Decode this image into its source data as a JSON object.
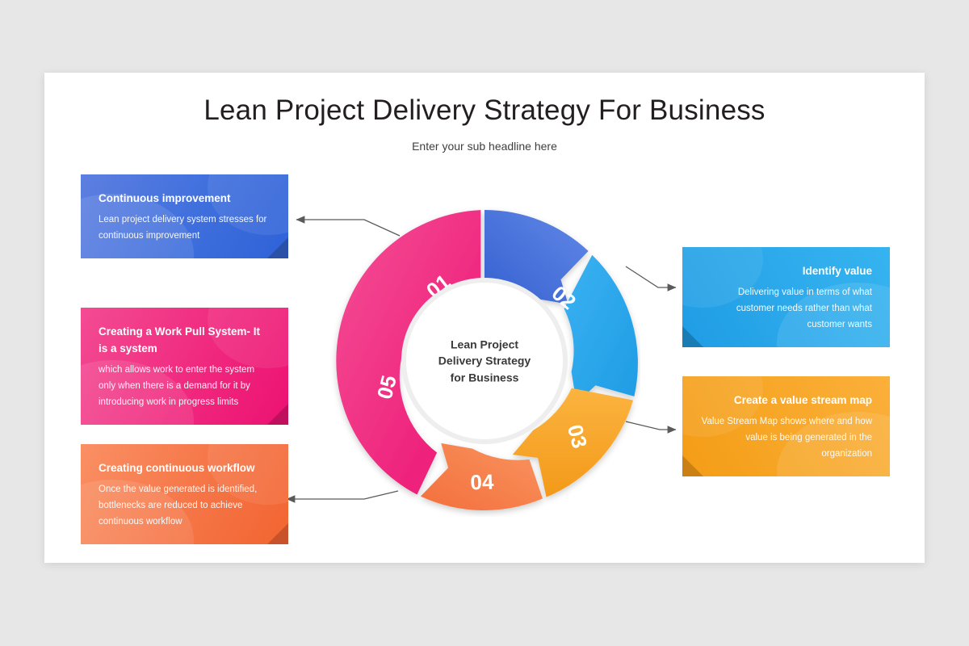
{
  "slide": {
    "title": "Lean Project Delivery Strategy For Business",
    "subtitle": "Enter your sub headline here",
    "background_color": "#e7e7e7",
    "panel_color": "#ffffff"
  },
  "center": {
    "line1": "Lean Project",
    "line2": "Delivery Strategy",
    "line3": "for Business"
  },
  "chart_data": {
    "type": "pie",
    "title": "Lean Project Delivery Strategy For Business",
    "subtitle": "Enter your sub headline here",
    "categories": [
      "01",
      "02",
      "03",
      "04",
      "05"
    ],
    "values": [
      20,
      20,
      20,
      20,
      20
    ],
    "labels": [
      "Continuous improvement",
      "Identify value",
      "Create a value stream map",
      "Creating continuous workflow",
      "Creating a Work Pull System- It is a system"
    ],
    "colors": [
      "#3f6fdd",
      "#2aa8ea",
      "#f7a626",
      "#f57344",
      "#f0267d"
    ],
    "legend": "none",
    "grid": false
  },
  "segments": [
    {
      "number": "01",
      "color": "#3f6fdd"
    },
    {
      "number": "02",
      "color": "#2aa8ea"
    },
    {
      "number": "03",
      "color": "#f7a626"
    },
    {
      "number": "04",
      "color": "#f57344"
    },
    {
      "number": "05",
      "color": "#f0267d"
    }
  ],
  "cards": {
    "card01": {
      "title": "Continuous improvement",
      "body": "Lean project delivery system stresses for continuous improvement",
      "color": "#3f6fdd"
    },
    "card02": {
      "title": "Identify value",
      "body": "Delivering value in terms of what customer needs rather than what customer wants",
      "color": "#2aa8ea"
    },
    "card03": {
      "title": "Create a value stream map",
      "body": "Value Stream Map shows where and how value is being generated in the organization",
      "color": "#f7a626"
    },
    "card04": {
      "title": "Creating continuous workflow",
      "body": "Once the value generated is identified, bottlenecks are reduced to achieve continuous workflow",
      "color": "#f57344"
    },
    "card05": {
      "title": "Creating a Work Pull System- It is a system",
      "body": "which allows work to enter the system only when there is a demand for it by introducing work in progress limits",
      "color": "#f0267d"
    }
  }
}
